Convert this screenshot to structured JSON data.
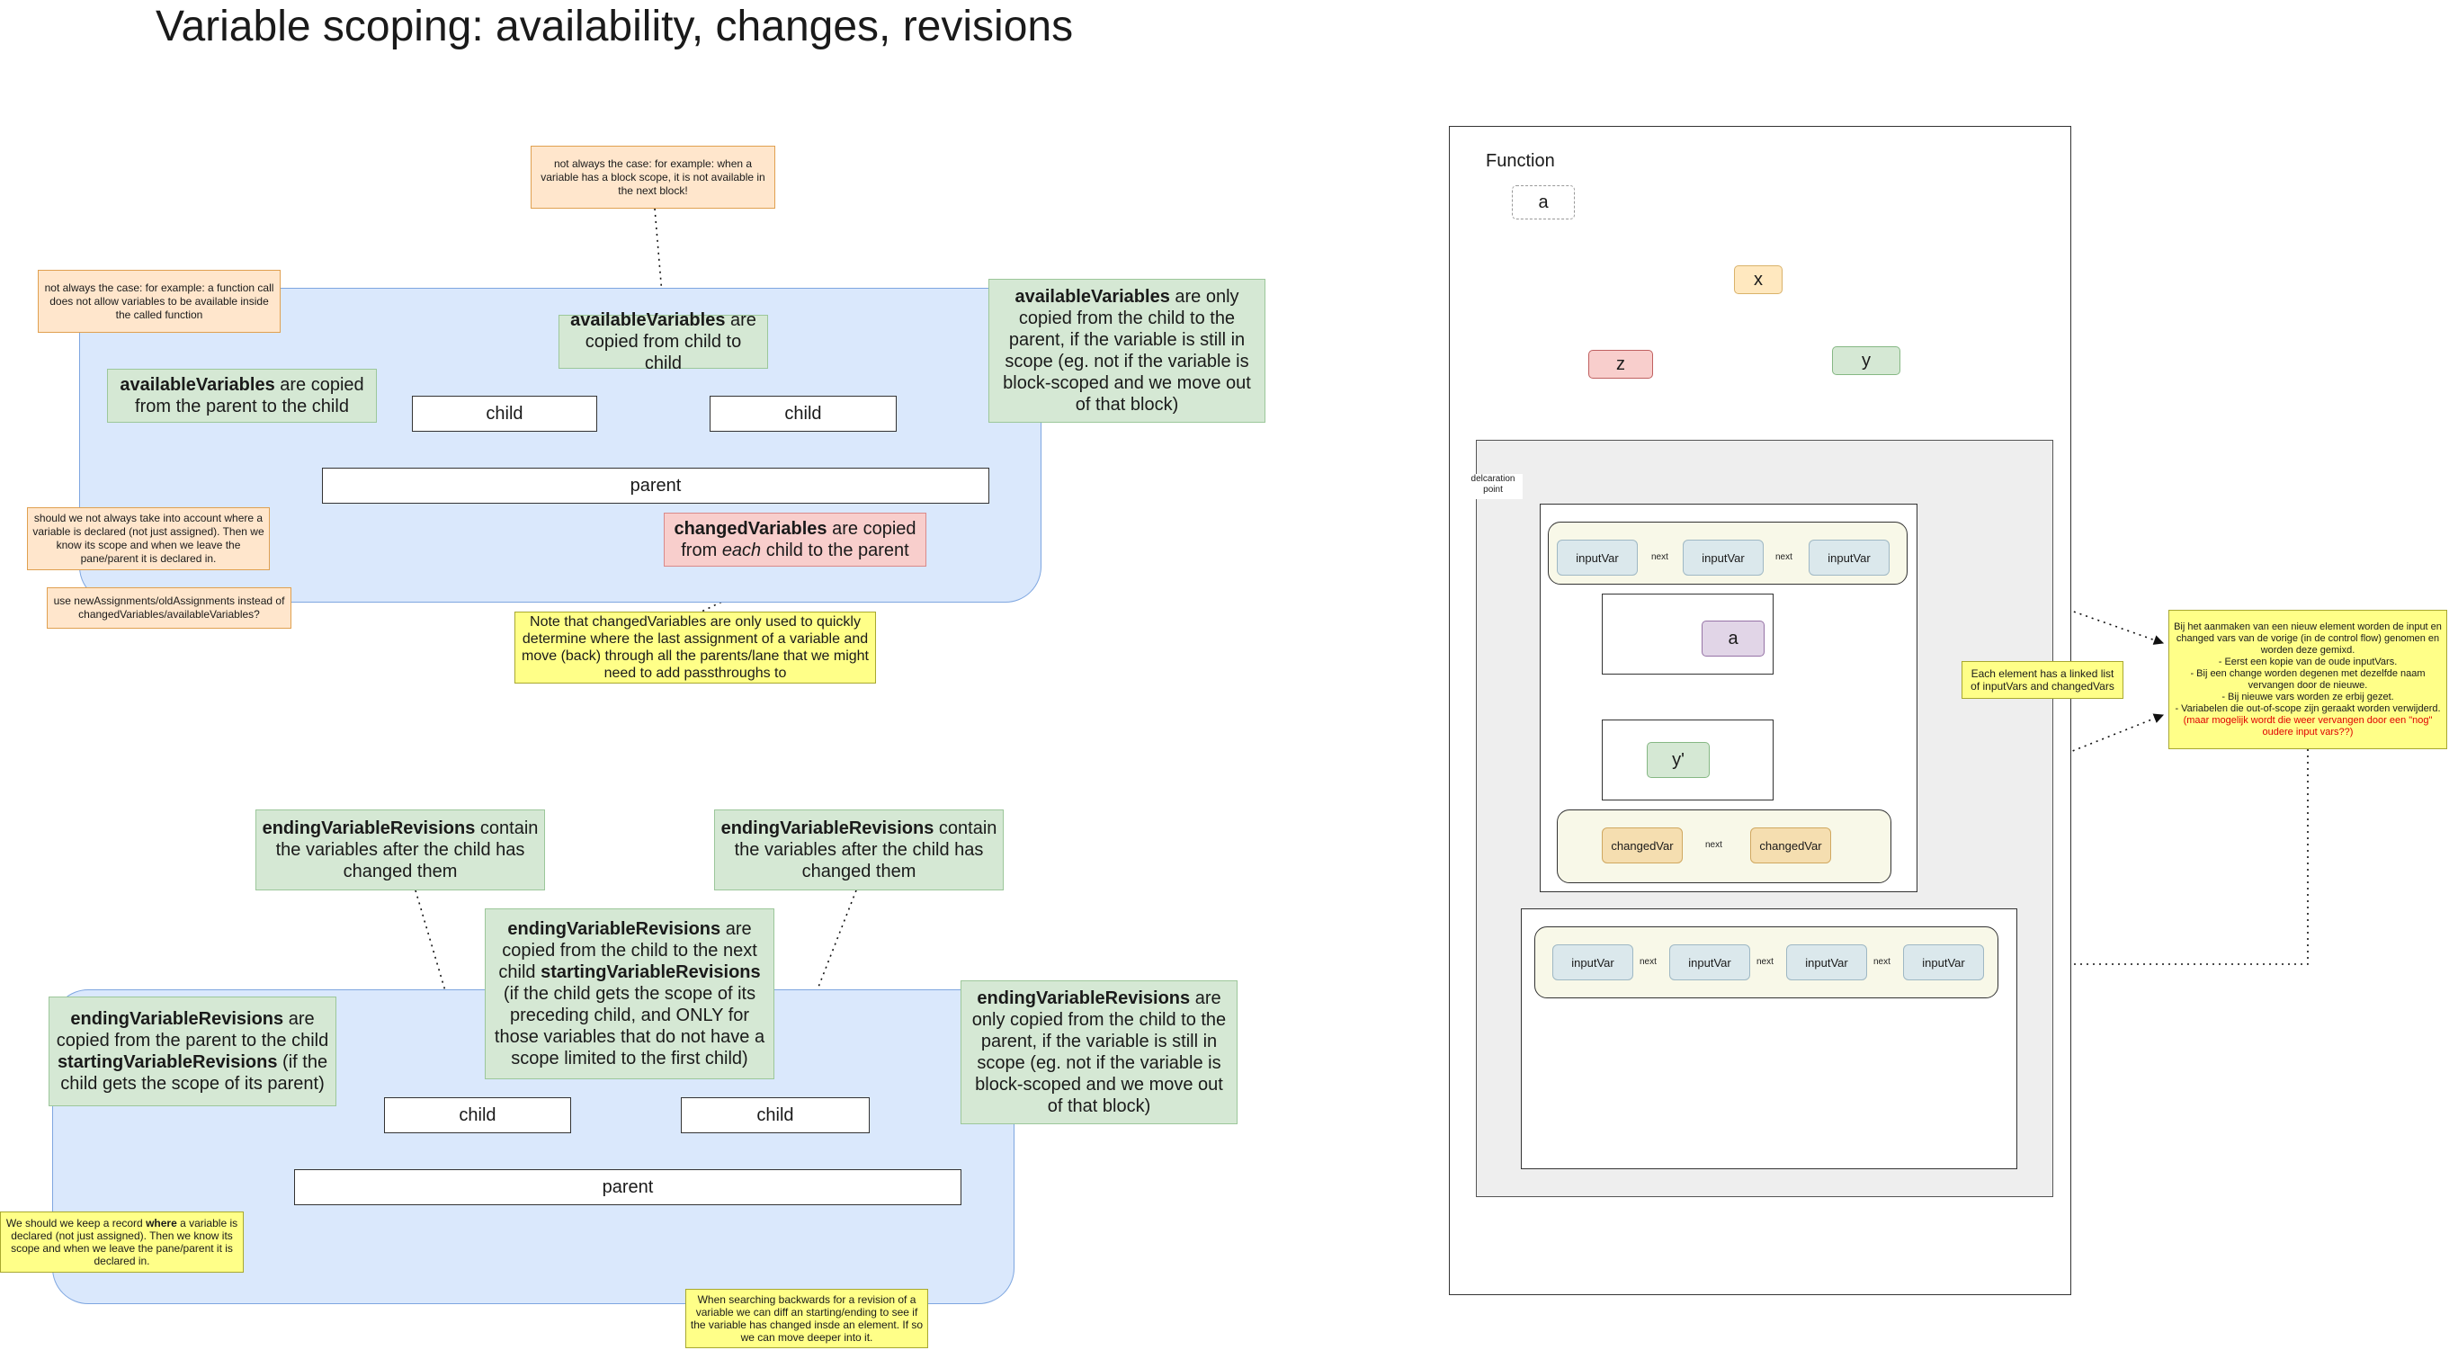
{
  "title": "Variable scoping: availability, changes, revisions",
  "top_diagram": {
    "child_left": "child",
    "child_right": "child",
    "parent": "parent",
    "note_not_always_function": "not always the case: for example: a function call does not allow variables to be available inside the called function",
    "note_not_always_block": "not always the case: for example: when a variable has a block scope, it is not available in the next block!",
    "available_from_parent": {
      "term": "availableVariables",
      "rest": " are copied from the parent to the child"
    },
    "available_child_to_child": {
      "term": "availableVariables",
      "rest": " are copied from child to child"
    },
    "available_to_parent": {
      "term": "availableVariables",
      "rest": " are only copied from the child to the parent, if the variable is still in scope (eg. not if the variable is block-scoped and we move out of that block)"
    },
    "changed_to_parent": {
      "term": "changedVariables",
      "mid": " are copied from ",
      "em": "each",
      "rest": " child to the parent"
    },
    "note_declared": "should we not always take into account where a variable is declared (not just assigned). Then we know its scope and when we leave the pane/parent it is declared in.",
    "note_new_assignments": "use newAssignments/oldAssignments instead of changedVariables/availableVariables?",
    "note_changed_usage": "Note that changedVariables are only used to quickly determine where the last assignment of a variable and move (back) through all the parents/lane that we might need to add passthroughs to"
  },
  "bottom_diagram": {
    "child_left": "child",
    "child_right": "child",
    "parent": "parent",
    "ending_contain_left": {
      "term": "endingVariableRevisions",
      "rest": " contain the variables after the child has changed them"
    },
    "ending_contain_right": {
      "term": "endingVariableRevisions",
      "rest": " contain the variables after the child has changed them"
    },
    "ending_from_parent": {
      "term": "endingVariableRevisions",
      "mid": " are copied from the parent to the child ",
      "term2": "startingVariableRevisions",
      "rest": " (if the child gets the scope of its parent)"
    },
    "ending_child_to_child": {
      "term": "endingVariableRevisions",
      "mid": " are copied from the child to the next child ",
      "term2": "startingVariableRevisions",
      "rest": " (if the child gets the scope of its preceding child, and ONLY for those variables that do not have a scope limited to the first child)"
    },
    "ending_to_parent": {
      "term": "endingVariableRevisions",
      "rest": " are only copied from the child to the parent, if the variable is still in scope (eg. not if the variable is block-scoped and we move out of that block)"
    },
    "note_record_where_pre": "We should we keep a record ",
    "note_record_where_bold": "where",
    "note_record_where_post": " a variable is declared (not just assigned). Then we know its scope and when we leave the pane/parent it is declared in.",
    "note_searching_backwards": "When searching backwards for a revision of a variable we can diff an starting/ending to see if the variable has changed insde an element. If so we can move deeper into it."
  },
  "right_diagram": {
    "function_label": "Function",
    "var_a_top": "a",
    "var_x": "x",
    "var_z": "z",
    "var_y": "y",
    "declaration_point": "delcaration point",
    "var_a_inner": "a",
    "var_y_prime": "y'",
    "lane1": [
      "inputVar",
      "inputVar",
      "inputVar"
    ],
    "lane_changed": [
      "changedVar",
      "changedVar"
    ],
    "lane_bottom": [
      "inputVar",
      "inputVar",
      "inputVar",
      "inputVar"
    ],
    "next_label": "next",
    "note_linked_list": "Each element has a linked list of inputVars and changedVars",
    "note_dutch_main": "Bij het aanmaken van een nieuw element worden de input en changed vars van de vorige (in de control flow) genomen en worden deze gemixd.\n- Eerst een kopie van de oude inputVars.\n- Bij een change worden degenen met dezelfde naam vervangen door de nieuwe.\n- Bij nieuwe vars worden ze erbij gezet.\n- Variabelen die out-of-scope zijn geraakt worden verwijderd.",
    "note_dutch_red": " (maar mogelijk wordt die weer vervangen door een \"nog\" oudere input vars??)"
  },
  "colors": {
    "green_arrow": "#82b366",
    "red_arrow": "#b85450",
    "panel_blue": "#dae8fc"
  }
}
